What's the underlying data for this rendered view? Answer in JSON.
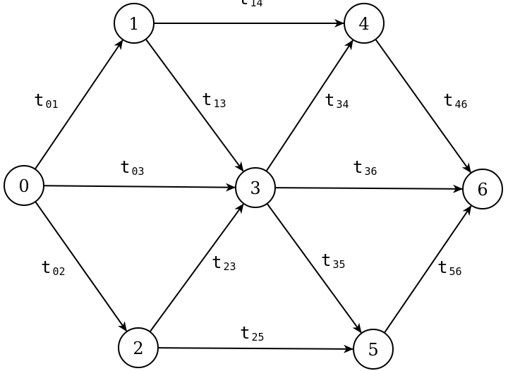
{
  "nodes": [
    {
      "id": "0",
      "label": "0"
    },
    {
      "id": "1",
      "label": "1"
    },
    {
      "id": "2",
      "label": "2"
    },
    {
      "id": "3",
      "label": "3"
    },
    {
      "id": "4",
      "label": "4"
    },
    {
      "id": "5",
      "label": "5"
    },
    {
      "id": "6",
      "label": "6"
    }
  ],
  "edges": [
    {
      "from": "0",
      "to": "1",
      "label_main": "t",
      "label_sub": "01"
    },
    {
      "from": "0",
      "to": "3",
      "label_main": "t",
      "label_sub": "03"
    },
    {
      "from": "0",
      "to": "2",
      "label_main": "t",
      "label_sub": "02"
    },
    {
      "from": "1",
      "to": "4",
      "label_main": "t",
      "label_sub": "14"
    },
    {
      "from": "1",
      "to": "3",
      "label_main": "t",
      "label_sub": "13"
    },
    {
      "from": "2",
      "to": "3",
      "label_main": "t",
      "label_sub": "23"
    },
    {
      "from": "2",
      "to": "5",
      "label_main": "t",
      "label_sub": "25"
    },
    {
      "from": "3",
      "to": "4",
      "label_main": "t",
      "label_sub": "34"
    },
    {
      "from": "3",
      "to": "6",
      "label_main": "t",
      "label_sub": "36"
    },
    {
      "from": "3",
      "to": "5",
      "label_main": "t",
      "label_sub": "35"
    },
    {
      "from": "4",
      "to": "6",
      "label_main": "t",
      "label_sub": "46"
    },
    {
      "from": "5",
      "to": "6",
      "label_main": "t",
      "label_sub": "56"
    }
  ]
}
